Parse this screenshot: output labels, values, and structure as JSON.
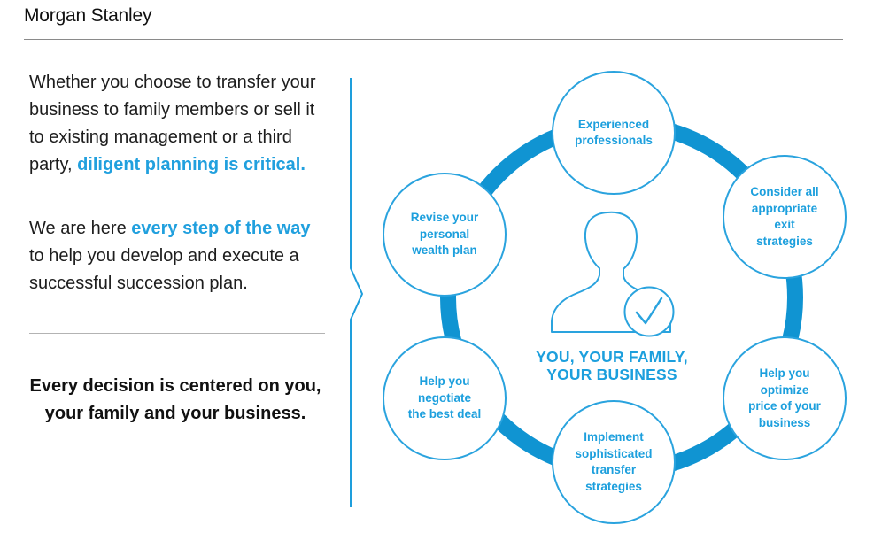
{
  "header": {
    "logo": "Morgan Stanley"
  },
  "colors": {
    "accent_ring": "#1094D2",
    "text_blue": "#21A0DE",
    "circle_border": "#2AA3DE",
    "header_rule": "#8a8a8a",
    "text_dark": "#1d1d1d"
  },
  "left_panel": {
    "para1_black": "Whether you choose to transfer your business to family members or sell it to existing management or a third party, ",
    "para1_blue": "diligent planning is critical.",
    "para2_prefix": "We are here ",
    "para2_blue": "every step of the way",
    "para2_suffix": " to help you develop and execute a successful succession plan.",
    "callout": "Every decision is centered on you, your family and your business."
  },
  "diagram": {
    "center_label": "YOU, YOUR FAMILY,\nYOUR BUSINESS",
    "center_icon": "person-with-checkmark",
    "nodes": [
      {
        "label": "Experienced\nprofessionals"
      },
      {
        "label": "Consider all\nappropriate\nexit\nstrategies"
      },
      {
        "label": "Help you\noptimize\nprice of your\nbusiness"
      },
      {
        "label": "Implement\nsophisticated\ntransfer\nstrategies"
      },
      {
        "label": "Help you\nnegotiate\nthe best deal"
      },
      {
        "label": "Revise your\npersonal\nwealth plan"
      }
    ]
  }
}
